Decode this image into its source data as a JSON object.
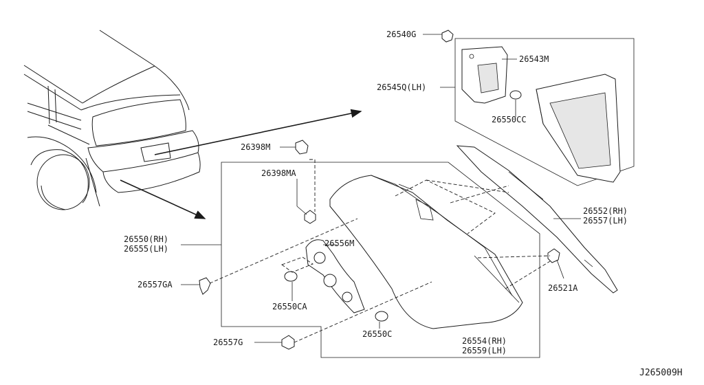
{
  "diagram_id": "J265009H",
  "parts": {
    "p26540G": "26540G",
    "p26543M": "26543M",
    "p26545Q": "26545Q(LH)",
    "p26550CC": "26550CC",
    "p26398M": "26398M",
    "p26398MA": "26398MA",
    "p26552_rh": "26552(RH)",
    "p26557_lh": "26557(LH)",
    "p26550_rh": "26550(RH)",
    "p26555_lh": "26555(LH)",
    "p26556M": "26556M",
    "p26557GA": "26557GA",
    "p26521A": "26521A",
    "p26550CA": "26550CA",
    "p26550C": "26550C",
    "p26557G": "26557G",
    "p26554_rh": "26554(RH)",
    "p26559_lh": "26559(LH)"
  }
}
